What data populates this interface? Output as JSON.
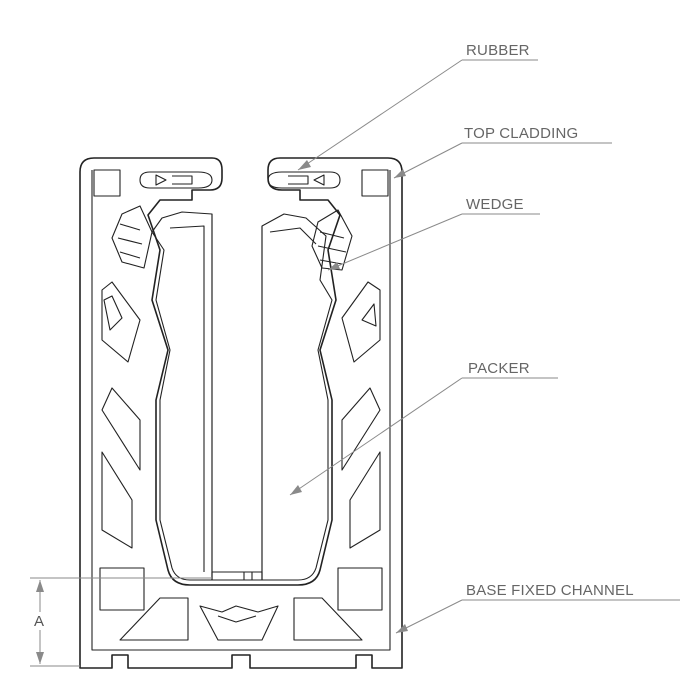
{
  "labels": {
    "rubber": "RUBBER",
    "top_cladding": "TOP CLADDING",
    "wedge": "WEDGE",
    "packer": "PACKER",
    "base_fixed_channel": "BASE FIXED CHANNEL"
  },
  "dimension": {
    "label": "A"
  },
  "colors": {
    "outline": "#222222",
    "leader": "#8a8a8a",
    "label_text": "#666666"
  }
}
